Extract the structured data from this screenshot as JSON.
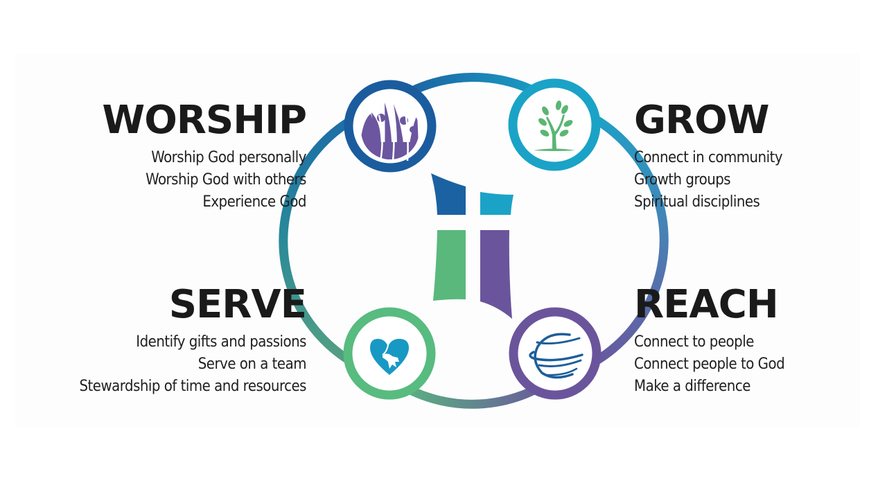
{
  "colors": {
    "worship_blue": "#1b5c9e",
    "grow_cyan": "#1aa3c7",
    "serve_green": "#58bb7f",
    "reach_purple": "#6a559c",
    "heart_blue": "#1799c4",
    "tree_green": "#5ab673",
    "people_purple": "#6b569f",
    "globe_blue": "#1d5e9a",
    "text_dark": "#1a1a1a"
  },
  "sections": {
    "worship": {
      "title": "WORSHIP",
      "icon": "people-raising-hands-icon",
      "items": [
        "Worship God personally",
        "Worship God with others",
        "Experience God"
      ]
    },
    "grow": {
      "title": "GROW",
      "icon": "tree-icon",
      "items": [
        "Connect in community",
        "Growth groups",
        "Spiritual disciplines"
      ]
    },
    "serve": {
      "title": "SERVE",
      "icon": "heart-hand-icon",
      "items": [
        "Identify gifts and passions",
        "Serve on a team",
        "Stewardship of time and resources"
      ]
    },
    "reach": {
      "title": "REACH",
      "icon": "globe-icon",
      "items": [
        "Connect to people",
        "Connect people to God",
        "Make a difference"
      ]
    }
  },
  "center": {
    "icon": "cross-logo-icon"
  }
}
